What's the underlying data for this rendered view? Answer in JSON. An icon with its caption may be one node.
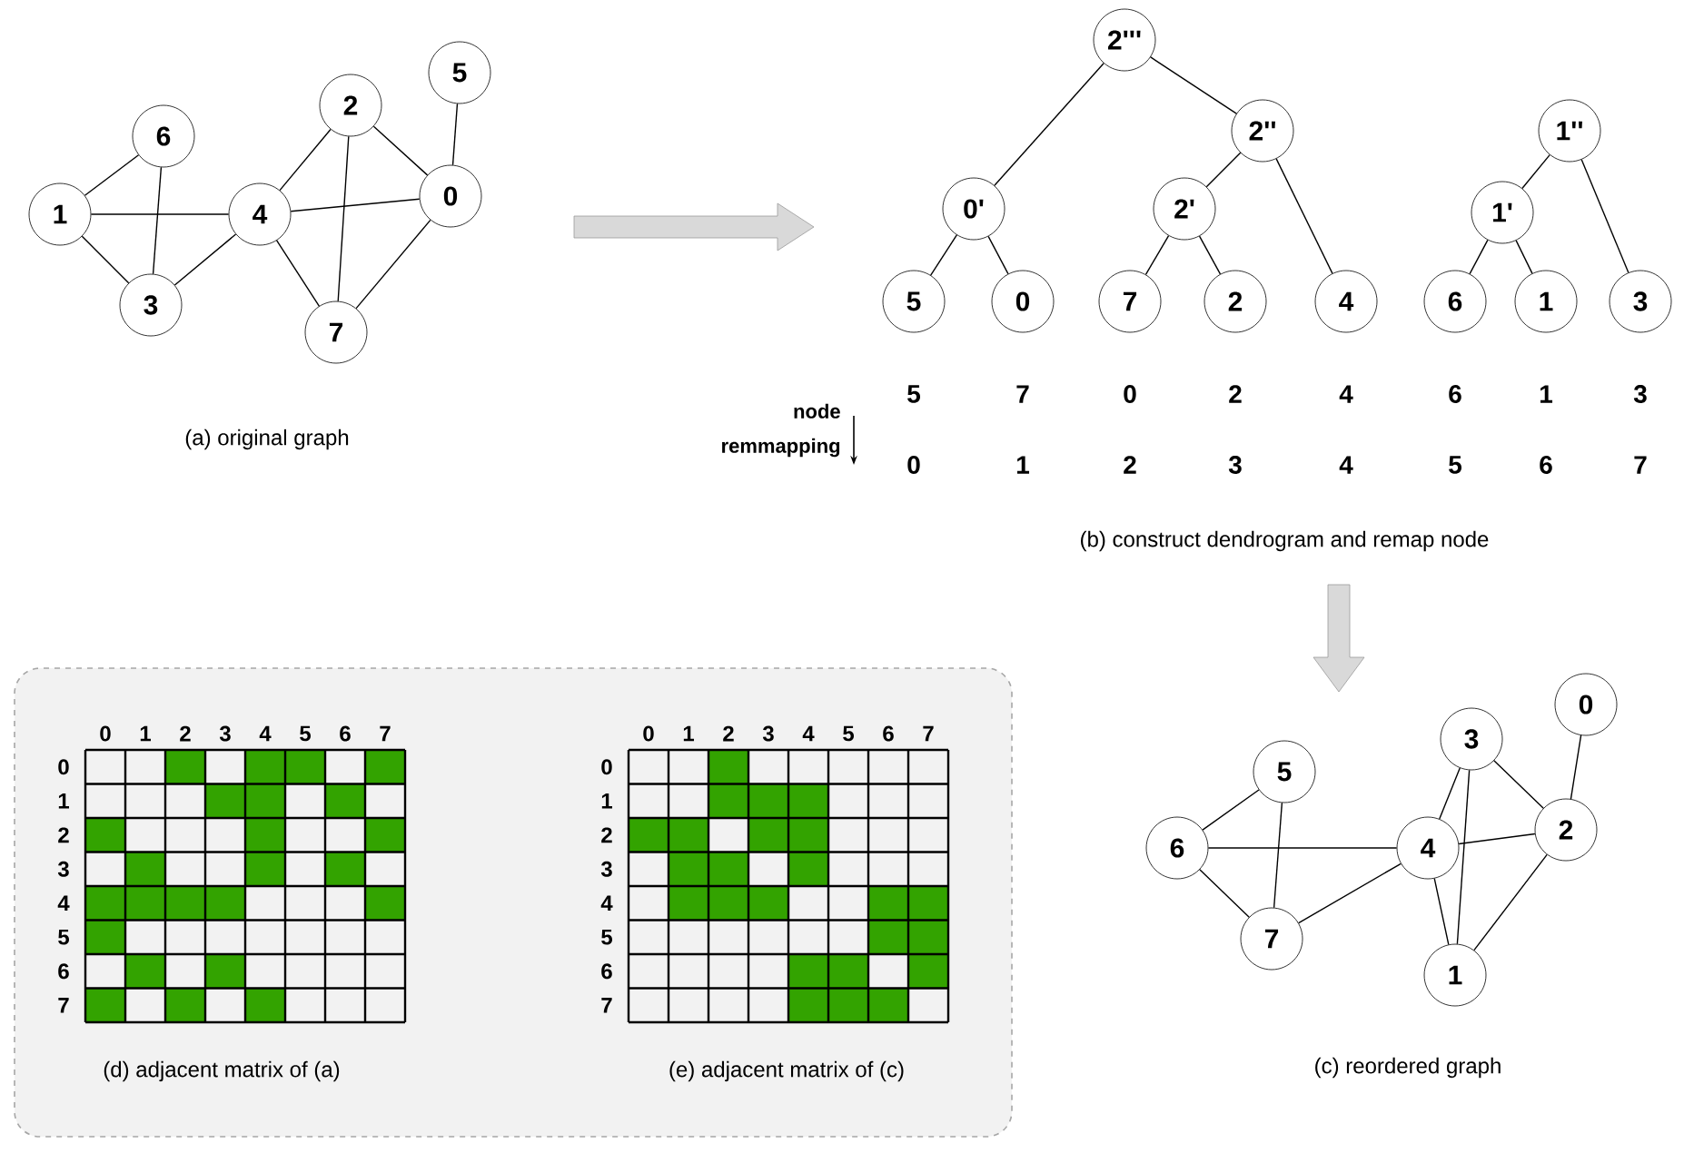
{
  "diagram": {
    "nodes": [
      {
        "text": [
          "6"
        ]
      },
      {
        "text": [
          "1"
        ]
      },
      {
        "text": [
          "3"
        ]
      },
      {
        "text": [
          "4"
        ]
      },
      {
        "text": [
          "2"
        ]
      },
      {
        "text": [
          "5"
        ]
      },
      {
        "text": [
          "0"
        ]
      },
      {
        "text": [
          "7"
        ]
      },
      {
        "text": [
          "2'''"
        ]
      },
      {
        "text": [
          "2''"
        ]
      },
      {
        "text": [
          "1''"
        ]
      },
      {
        "text": [
          "0'"
        ]
      },
      {
        "text": [
          "2'"
        ]
      },
      {
        "text": [
          "1'"
        ]
      },
      {
        "text": [
          "5"
        ]
      },
      {
        "text": [
          "0"
        ]
      },
      {
        "text": [
          "7"
        ]
      },
      {
        "text": [
          "2"
        ]
      },
      {
        "text": [
          "4"
        ]
      },
      {
        "text": [
          "6"
        ]
      },
      {
        "text": [
          "1"
        ]
      },
      {
        "text": [
          "3"
        ]
      },
      {
        "text": [
          "0"
        ]
      },
      {
        "text": [
          "5"
        ]
      },
      {
        "text": [
          "3"
        ]
      },
      {
        "text": [
          "2"
        ]
      },
      {
        "text": [
          "6"
        ]
      },
      {
        "text": [
          "4"
        ]
      },
      {
        "text": [
          "7"
        ]
      },
      {
        "text": [
          "1"
        ]
      },
      {
        "text": [
          "(d) adjacent matrix of (a)",
          "(e) adjacent matrix of (c)"
        ]
      }
    ],
    "edges": [
      {
        "from": 1,
        "to": 0,
        "arrow": "none"
      },
      {
        "from": 1,
        "to": 3,
        "arrow": "none"
      },
      {
        "from": 1,
        "to": 2,
        "arrow": "none"
      },
      {
        "from": 0,
        "to": 2,
        "arrow": "none"
      },
      {
        "from": 2,
        "to": 3,
        "arrow": "none"
      },
      {
        "from": 3,
        "to": 4,
        "arrow": "none"
      },
      {
        "from": 3,
        "to": 6,
        "arrow": "none"
      },
      {
        "from": 3,
        "to": 7,
        "arrow": "none"
      },
      {
        "from": 4,
        "to": 6,
        "arrow": "none"
      },
      {
        "from": 4,
        "to": 7,
        "arrow": "none"
      },
      {
        "from": 6,
        "to": 7,
        "arrow": "none"
      },
      {
        "from": 6,
        "to": 5,
        "arrow": "none"
      },
      {
        "from": 8,
        "to": 11,
        "arrow": "none"
      },
      {
        "from": 8,
        "to": 9,
        "arrow": "none"
      },
      {
        "from": 9,
        "to": 12,
        "arrow": "none"
      },
      {
        "from": 9,
        "to": 18,
        "arrow": "none"
      },
      {
        "from": 11,
        "to": 14,
        "arrow": "none"
      },
      {
        "from": 11,
        "to": 15,
        "arrow": "none"
      },
      {
        "from": 12,
        "to": 16,
        "arrow": "none"
      },
      {
        "from": 12,
        "to": 17,
        "arrow": "none"
      },
      {
        "from": 10,
        "to": 13,
        "arrow": "none"
      },
      {
        "from": 10,
        "to": 21,
        "arrow": "none"
      },
      {
        "from": 13,
        "to": 19,
        "arrow": "none"
      },
      {
        "from": 13,
        "to": 20,
        "arrow": "none"
      },
      {
        "from": 26,
        "to": 23,
        "arrow": "none"
      },
      {
        "from": 26,
        "to": 27,
        "arrow": "none"
      },
      {
        "from": 26,
        "to": 28,
        "arrow": "none"
      },
      {
        "from": 23,
        "to": 28,
        "arrow": "none"
      },
      {
        "from": 28,
        "to": 27,
        "arrow": "none"
      },
      {
        "from": 27,
        "to": 24,
        "arrow": "none"
      },
      {
        "from": 27,
        "to": 25,
        "arrow": "none"
      },
      {
        "from": 27,
        "to": 29,
        "arrow": "none"
      },
      {
        "from": 24,
        "to": 25,
        "arrow": "none"
      },
      {
        "from": 24,
        "to": 29,
        "arrow": "none"
      },
      {
        "from": 25,
        "to": 29,
        "arrow": "none"
      },
      {
        "from": 25,
        "to": 22,
        "arrow": "none"
      }
    ],
    "labels": [
      "(a) original graph",
      "node remmapping",
      "5",
      "7",
      "0",
      "2",
      "4",
      "6",
      "1",
      "3",
      "0",
      "1",
      "2",
      "3",
      "4",
      "5",
      "6",
      "7",
      "(b) construct dendrogram and remap node",
      "(c) reordered graph",
      "0",
      "1",
      "2",
      "3",
      "4",
      "5",
      "6",
      "7",
      "0",
      "1",
      "2",
      "3",
      "4",
      "5",
      "6",
      "7",
      "0",
      "1",
      "2",
      "3",
      "4",
      "5",
      "6",
      "7",
      "0",
      "1",
      "2",
      "3",
      "4",
      "5",
      "6",
      "7"
    ]
  }
}
